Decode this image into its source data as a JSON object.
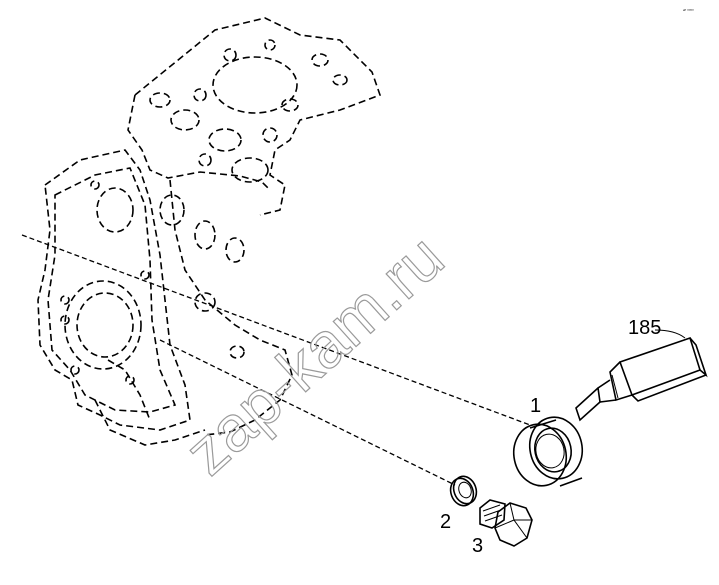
{
  "drawing": {
    "corner_code": "ᵉᴾ ⁰⁰⁰⁰",
    "watermark": "zap-kam.ru",
    "callouts": {
      "sealant": "185",
      "seal_ring": "1",
      "washer": "2",
      "plug": "3"
    }
  }
}
